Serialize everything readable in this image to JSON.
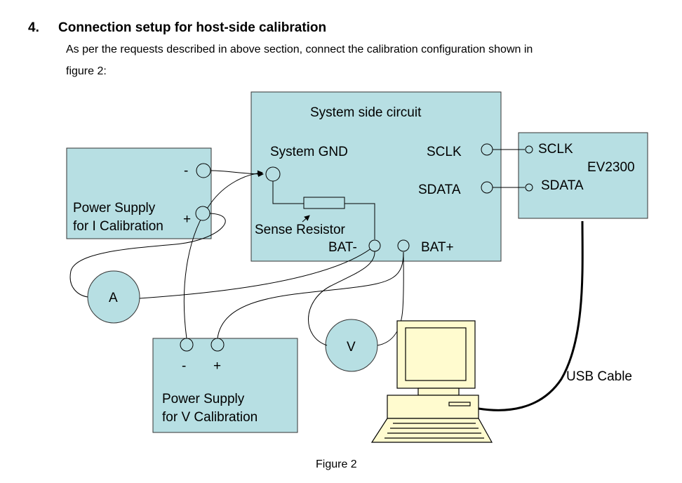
{
  "heading": {
    "number": "4.",
    "title": "Connection setup for host-side calibration"
  },
  "intro": {
    "line1": "As per the requests described in above section, connect the calibration configuration shown in",
    "line2": "figure 2:"
  },
  "diagram": {
    "box_fill": "#b7dfe3",
    "system": {
      "title": "System side circuit",
      "gnd": "System GND",
      "sclk": "SCLK",
      "sdata": "SDATA",
      "sense": "Sense Resistor",
      "bat_minus": "BAT-",
      "bat_plus": "BAT+"
    },
    "ps_i": {
      "line1": "Power Supply",
      "line2": "for I Calibration",
      "minus": "-",
      "plus": "+"
    },
    "ev2300": {
      "name": "EV2300",
      "sclk": "SCLK",
      "sdata": "SDATA"
    },
    "ammeter": "A",
    "voltmeter": "V",
    "ps_v": {
      "minus": "-",
      "plus": "+",
      "line1": "Power Supply",
      "line2": "for V Calibration"
    },
    "usb_label": "USB Cable"
  },
  "caption": "Figure 2"
}
